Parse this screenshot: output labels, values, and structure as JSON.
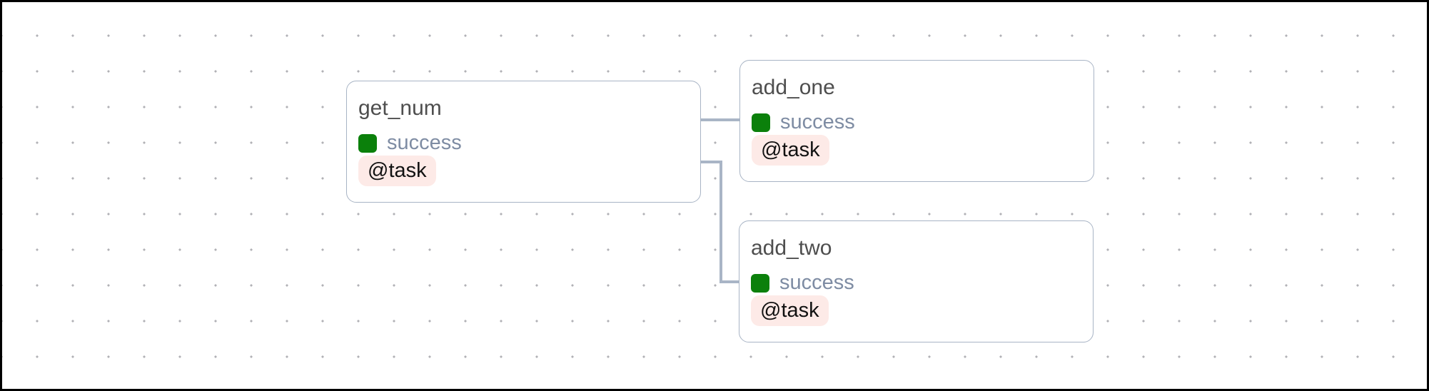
{
  "theme": {
    "status_success": "#0b800b",
    "status_label_color": "#7e8ca3",
    "badge_bg": "#fdeae7",
    "badge_text": "#111111",
    "node_border": "#a8b4c5",
    "node_title_color": "#4e4e4e",
    "edge_color": "#a9b5c6",
    "dot_color": "#b1b1b6",
    "canvas_bg": "#ffffff",
    "frame_border": "#000000"
  },
  "graph": {
    "nodes": [
      {
        "id": "get_num",
        "title": "get_num",
        "status": "success",
        "badge": "@task"
      },
      {
        "id": "add_one",
        "title": "add_one",
        "status": "success",
        "badge": "@task"
      },
      {
        "id": "add_two",
        "title": "add_two",
        "status": "success",
        "badge": "@task"
      }
    ],
    "edges": [
      {
        "from": "get_num",
        "to": "add_one"
      },
      {
        "from": "get_num",
        "to": "add_two"
      }
    ]
  }
}
